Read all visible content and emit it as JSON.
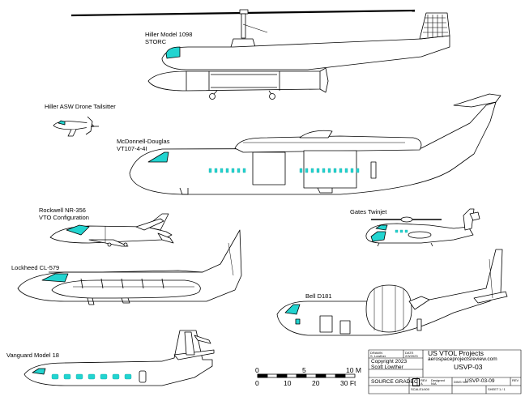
{
  "labels": {
    "storc": [
      "Hiller Model 1098",
      "STORC"
    ],
    "hiller_asw": "Hiller ASW Drone Tailsitter",
    "mcd": [
      "McDonnell-Douglas",
      "VT107-4-4I"
    ],
    "rockwell": [
      "Rockwell NR-356",
      "VTO Configuration"
    ],
    "gates": "Gates Twinjet",
    "lockheed": "Lockheed CL-579",
    "bell": "Bell D181",
    "vanguard": "Vanguard Model 18"
  },
  "scale": {
    "meters": [
      "0",
      "5",
      "10 M"
    ],
    "feet": [
      "0",
      "10",
      "20",
      "30 Ft"
    ]
  },
  "title_block": {
    "drawn_label": "DRAWN",
    "drawn_by": "S. Lowther",
    "date_label": "DATE",
    "date_value": "2/3/2023",
    "title": "US VTOL Projects",
    "url": "aerospaceprojectsreview.com",
    "copyright": [
      "Copyright 2023",
      "Scott Lowther"
    ],
    "drawing_code": "USVP-03",
    "source_grade_label": "SOURCE GRADE",
    "source_grade": "C",
    "rev_a": "REV",
    "rev_a2": "A",
    "designed_label": "Designed",
    "designed_value": "N/A",
    "dwg_no_label": "DWG NO.",
    "dwg_no": "USVP-03-09",
    "rev_label": "REV",
    "scale_label": "SCALE",
    "scale_value": "1/400",
    "sheet_label": "SHEET",
    "sheet_value": "1 / 1"
  },
  "colors": {
    "line": "#000000",
    "window": "#22d4d0",
    "window_dark": "#1aa8a6",
    "fill": "#ffffff"
  }
}
